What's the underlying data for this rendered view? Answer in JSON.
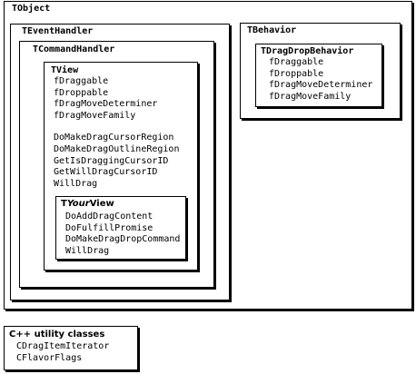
{
  "tobject": {
    "title": "TObject"
  },
  "teventhandler": {
    "title": "TEventHandler"
  },
  "tcommandhandler": {
    "title": "TCommandHandler"
  },
  "tview": {
    "title": "TView",
    "fields": [
      "fDraggable",
      "fDroppable",
      "fDragMoveDeterminer",
      "fDragMoveFamily"
    ],
    "methods": [
      "DoMakeDragCursorRegion",
      "DoMakeDragOutlineRegion",
      "GetIsDraggingCursorID",
      "GetWillDragCursorID",
      "WillDrag"
    ]
  },
  "tyourview": {
    "title_prefix": "T",
    "title_italic": "Your",
    "title_suffix": "View",
    "methods": [
      "DoAddDragContent",
      "DoFulfillPromise",
      "DoMakeDragDropCommand",
      "WillDrag"
    ]
  },
  "tbehavior": {
    "title": "TBehavior"
  },
  "tdragdropbehavior": {
    "title": "TDragDropBehavior",
    "fields": [
      "fDraggable",
      "fDroppable",
      "fDragMoveDeterminer",
      "fDragMoveFamily"
    ]
  },
  "utility": {
    "title": "C++ utility classes",
    "classes": [
      "CDragItemIterator",
      "CFlavorFlags"
    ]
  }
}
